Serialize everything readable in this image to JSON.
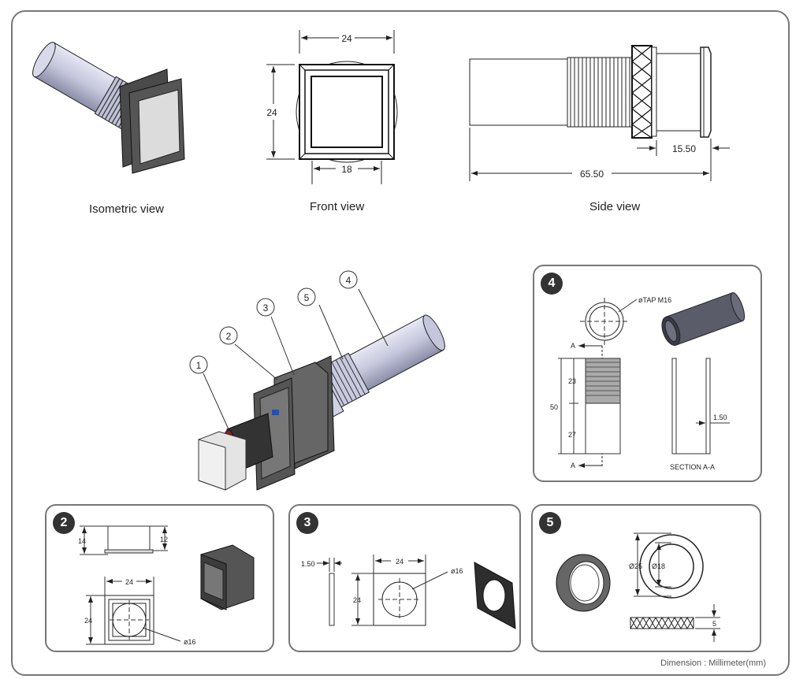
{
  "views": {
    "isometric": {
      "caption": "Isometric view"
    },
    "front": {
      "caption": "Front view",
      "width": "24",
      "height": "24",
      "inner": "18"
    },
    "side": {
      "caption": "Side view",
      "total_length": "65.50",
      "front_length": "15.50"
    }
  },
  "exploded": {
    "callouts": [
      "1",
      "2",
      "3",
      "5",
      "4"
    ]
  },
  "parts": {
    "p4": {
      "badge": "4",
      "tap": "øTAP M16",
      "section_arrow": "A",
      "total": "50",
      "thread_len": "23",
      "plain_len": "27",
      "wall": "1.50",
      "section_label": "SECTION A-A"
    },
    "p2": {
      "badge": "2",
      "h_outer": "14",
      "h_inner": "12",
      "width": "24",
      "height": "24",
      "hole": "ø16"
    },
    "p3": {
      "badge": "3",
      "thickness": "1.50",
      "width": "24",
      "height": "24",
      "hole": "ø16"
    },
    "p5": {
      "badge": "5",
      "outer_dia": "Ø25",
      "inner_dia": "Ø18",
      "thickness": "5"
    }
  },
  "footer": {
    "unit_note": "Dimension : Millimeter(mm)"
  },
  "colors": {
    "frame": "#777777",
    "badge": "#333333",
    "tube": "#c4c6dc",
    "housing": "#555555",
    "gasket": "#8b1f1f"
  }
}
